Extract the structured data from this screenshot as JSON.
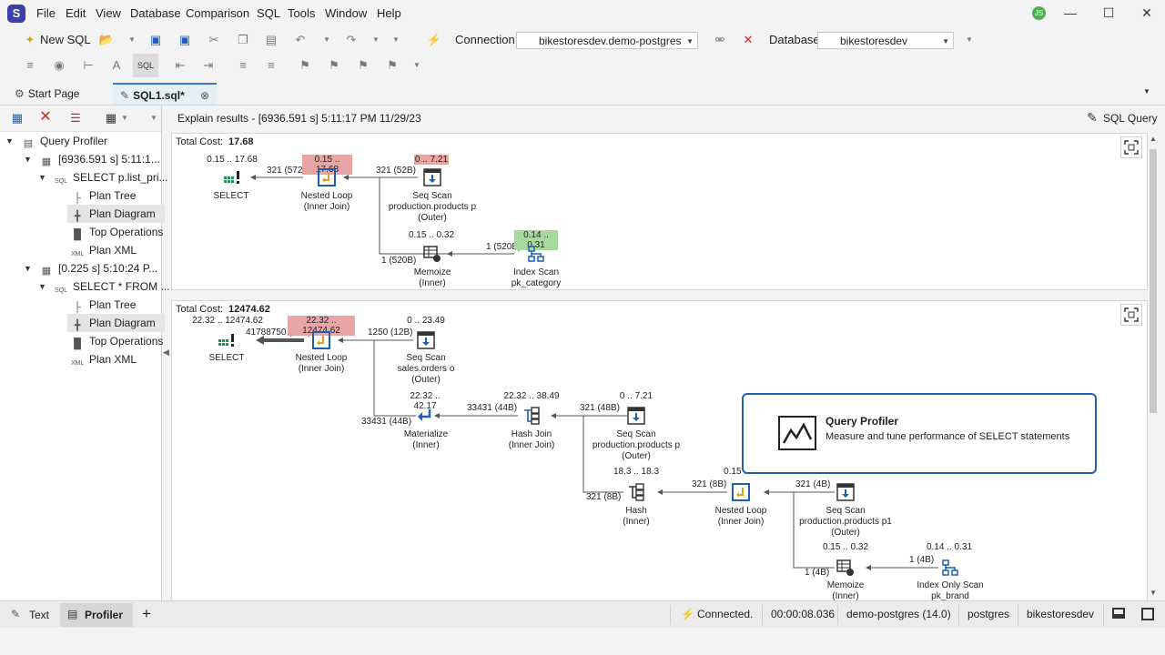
{
  "app": {
    "logo_letter": "S",
    "user_initials": "JS"
  },
  "menu": [
    "File",
    "Edit",
    "View",
    "Database",
    "Comparison",
    "SQL",
    "Tools",
    "Window",
    "Help"
  ],
  "toolbar": {
    "new_sql": "New SQL",
    "connection_label": "Connection",
    "connection_value": "bikestoresdev.demo-postgres",
    "database_label": "Database",
    "database_value": "bikestoresdev"
  },
  "tabs": {
    "start_page": "Start Page",
    "sql1": "SQL1.sql*"
  },
  "tree": {
    "root": "Query Profiler",
    "session1": "[6936.591 s] 5:11:1...",
    "query1": "SELECT p.list_pri...",
    "session2": "[0.225 s] 5:10:24 P...",
    "query2": "SELECT * FROM ...",
    "plan_tree": "Plan Tree",
    "plan_diagram": "Plan Diagram",
    "top_operations": "Top Operations",
    "plan_xml": "Plan XML"
  },
  "main": {
    "header": "Explain results - [6936.591 s] 5:11:17 PM 11/29/23",
    "sql_query": "SQL Query",
    "total_cost_label": "Total Cost:"
  },
  "plan1": {
    "total_cost": "17.68",
    "select_cost": "0.15 .. 17.68",
    "select_label": "SELECT",
    "nl_cost": "0.15 .. 17.68",
    "nl_label1": "Nested Loop",
    "nl_label2": "(Inner Join)",
    "edge_nl_select": "321 (572B)",
    "seq_cost": "0 .. 7.21",
    "seq_label1": "Seq Scan",
    "seq_label2": "production.products p",
    "seq_label3": "(Outer)",
    "edge_seq_nl": "321 (52B)",
    "memo_cost": "0.15 .. 0.32",
    "memo_label1": "Memoize",
    "memo_label2": "(Inner)",
    "edge_memo_nl": "1 (520B)",
    "idx_cost": "0.14 .. 0.31",
    "idx_label1": "Index Scan",
    "idx_label2": "pk_category",
    "edge_idx_memo": "1 (520B)"
  },
  "plan2": {
    "total_cost": "12474.62",
    "select_cost": "22.32 .. 12474.62",
    "select_label": "SELECT",
    "edge_nl_select": "41788750 (56B)",
    "nl_cost": "22.32 .. 12474.62",
    "nl_label1": "Nested Loop",
    "nl_label2": "(Inner Join)",
    "seq_cost": "0 .. 23.49",
    "seq_label1": "Seq Scan",
    "seq_label2": "sales.orders o",
    "seq_label3": "(Outer)",
    "edge_seq_nl": "1250 (12B)",
    "mat_cost": "22.32 .. 42.17",
    "mat_label1": "Materialize",
    "mat_label2": "(Inner)",
    "edge_mat_nl": "33431 (44B)",
    "hj_cost": "22.32 .. 38.49",
    "hj_label1": "Hash Join",
    "hj_label2": "(Inner Join)",
    "edge_hj_mat": "33431 (44B)",
    "seq2_cost": "0 .. 7.21",
    "seq2_label1": "Seq Scan",
    "seq2_label2": "production.products p",
    "seq2_label3": "(Outer)",
    "edge_seq2_hj": "321 (48B)",
    "hash_cost": "18.3 .. 18.3",
    "hash_label1": "Hash",
    "hash_label2": "(Inner)",
    "edge_hash_hj": "321 (8B)",
    "nl2_cost": "0.15 ..",
    "nl2_label1": "Nested Loop",
    "nl2_label2": "(Inner Join)",
    "edge_nl2_hash": "321 (8B)",
    "seq3_label1": "Seq Scan",
    "seq3_label2": "production.products p1",
    "seq3_label3": "(Outer)",
    "edge_seq3_nl2": "321 (4B)",
    "memo_cost": "0.15 .. 0.32",
    "memo_label1": "Memoize",
    "memo_label2": "(Inner)",
    "edge_memo_nl2": "1 (4B)",
    "idx_cost": "0.14 .. 0.31",
    "idx_label1": "Index Only Scan",
    "idx_label2": "pk_brand",
    "edge_idx_memo": "1 (4B)"
  },
  "tooltip": {
    "title": "Query Profiler",
    "text": "Measure and tune performance of SELECT statements"
  },
  "status": {
    "text_tab": "Text",
    "profiler_tab": "Profiler",
    "add": "+",
    "connected": "Connected.",
    "elapsed": "00:00:08.036",
    "server": "demo-postgres (14.0)",
    "user": "postgres",
    "database": "bikestoresdev"
  }
}
